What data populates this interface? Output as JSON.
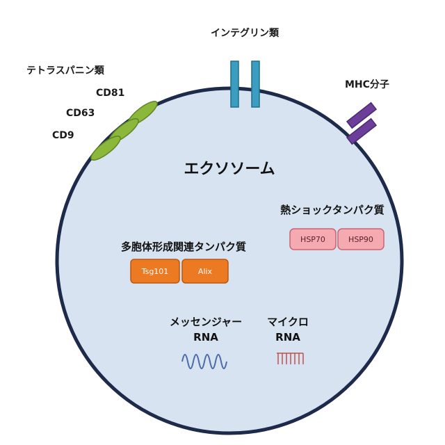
{
  "title": "エクソソーム",
  "membrane": {
    "tetraspanins_label": "テトラスパニン類",
    "cd81": "CD81",
    "cd63": "CD63",
    "cd9": "CD9",
    "integrins_label": "インテグリン類",
    "mhc_label": "MHC分子"
  },
  "heat_shock": {
    "label": "熱ショックタンパク質",
    "items": [
      "HSP70",
      "HSP90"
    ]
  },
  "mvb": {
    "label": "多胞体形成関連タンパク質",
    "items": [
      "Tsg101",
      "Alix"
    ]
  },
  "mrna": {
    "line1": "メッセンジャー",
    "line2": "RNA"
  },
  "mirna": {
    "line1": "マイクロ",
    "line2": "RNA"
  },
  "colors": {
    "vesicle_fill": "#d7e3f1",
    "vesicle_stroke": "#1e2a4a",
    "tetraspanin": "#8bb83a",
    "integrin": "#3b9ec0",
    "mhc": "#6b3f99",
    "hsp_fill": "#f5a9b0",
    "mvb_fill": "#ec7a22",
    "mrna_wave": "#4a6aa8",
    "mirna": "#c0504d"
  }
}
